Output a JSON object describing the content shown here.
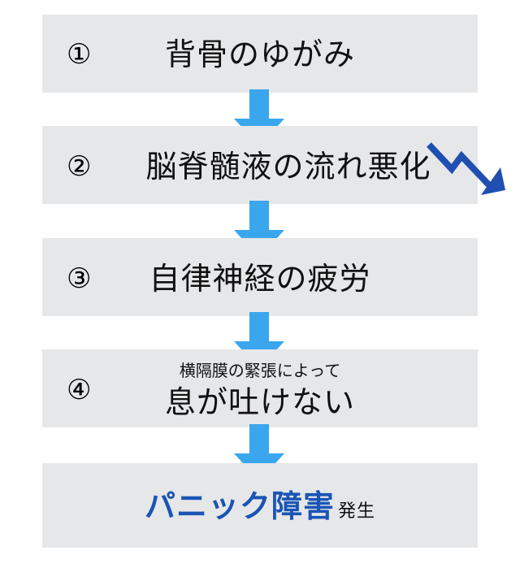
{
  "steps": [
    {
      "number": "①",
      "label": "背骨のゆがみ"
    },
    {
      "number": "②",
      "label": "脳脊髄液の流れ悪化"
    },
    {
      "number": "③",
      "label": "自律神経の疲労"
    },
    {
      "number": "④",
      "sublabel": "横隔膜の緊張によって",
      "label": "息が吐けない"
    }
  ],
  "result": {
    "main": "パニック障害",
    "suffix": "発生"
  },
  "icons": {
    "flow_arrow": "down-arrow-icon",
    "decline_arrow": "trend-down-arrow-icon"
  },
  "colors": {
    "box_bg": "#e6e7e9",
    "flow_arrow": "#3aa6ee",
    "result_text": "#1a55b5",
    "decline_arrow": "#1f4fb0"
  }
}
